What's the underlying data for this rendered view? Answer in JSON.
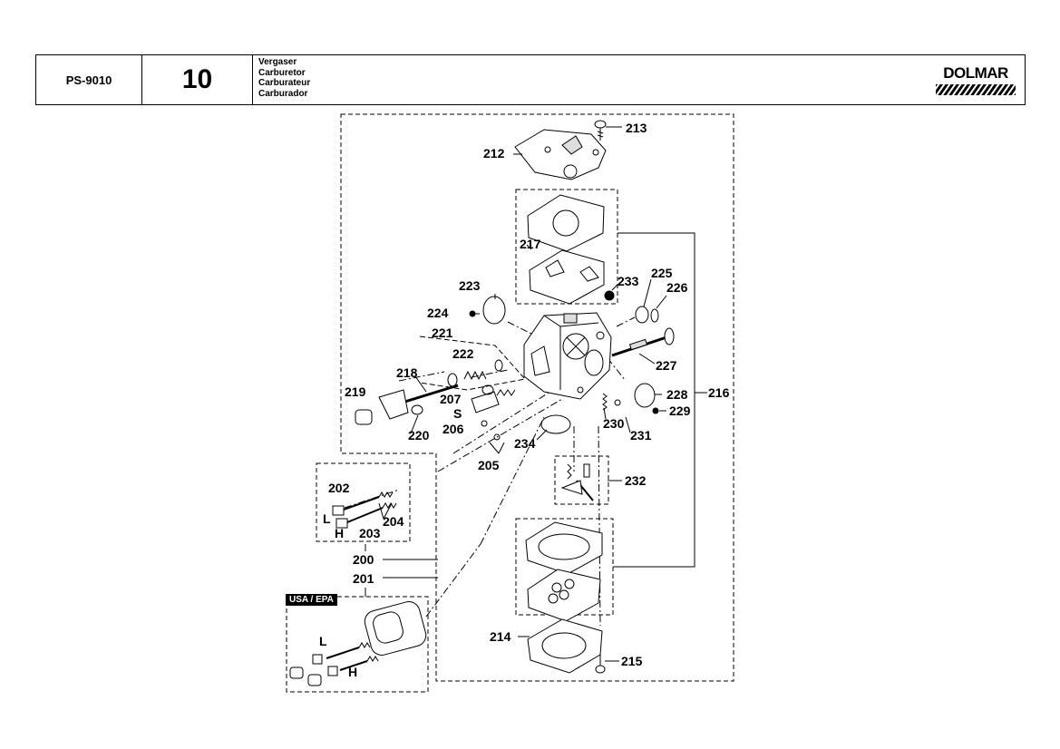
{
  "header": {
    "model": "PS-9010",
    "page_number": "10",
    "titles": [
      "Vergaser",
      "Carburetor",
      "Carburateur",
      "Carburador"
    ],
    "brand": "DOLMAR"
  },
  "labels": {
    "l212": "212",
    "l213": "213",
    "l217": "217",
    "l223": "223",
    "l224": "224",
    "l233": "233",
    "l225": "225",
    "l226": "226",
    "l221": "221",
    "l222": "222",
    "l218": "218",
    "l227": "227",
    "l219": "219",
    "l207": "207",
    "l216": "216",
    "l228": "228",
    "s_mark": "S",
    "l229": "229",
    "l230": "230",
    "l220": "220",
    "l206": "206",
    "l231": "231",
    "l234": "234",
    "l205": "205",
    "l232": "232",
    "l202": "202",
    "l_upper": "L",
    "l204": "204",
    "h_upper": "H",
    "l203": "203",
    "l200": "200",
    "l201": "201",
    "l_lower": "L",
    "h_lower": "H",
    "l214": "214",
    "l215": "215"
  },
  "region_tag": "USA / EPA"
}
